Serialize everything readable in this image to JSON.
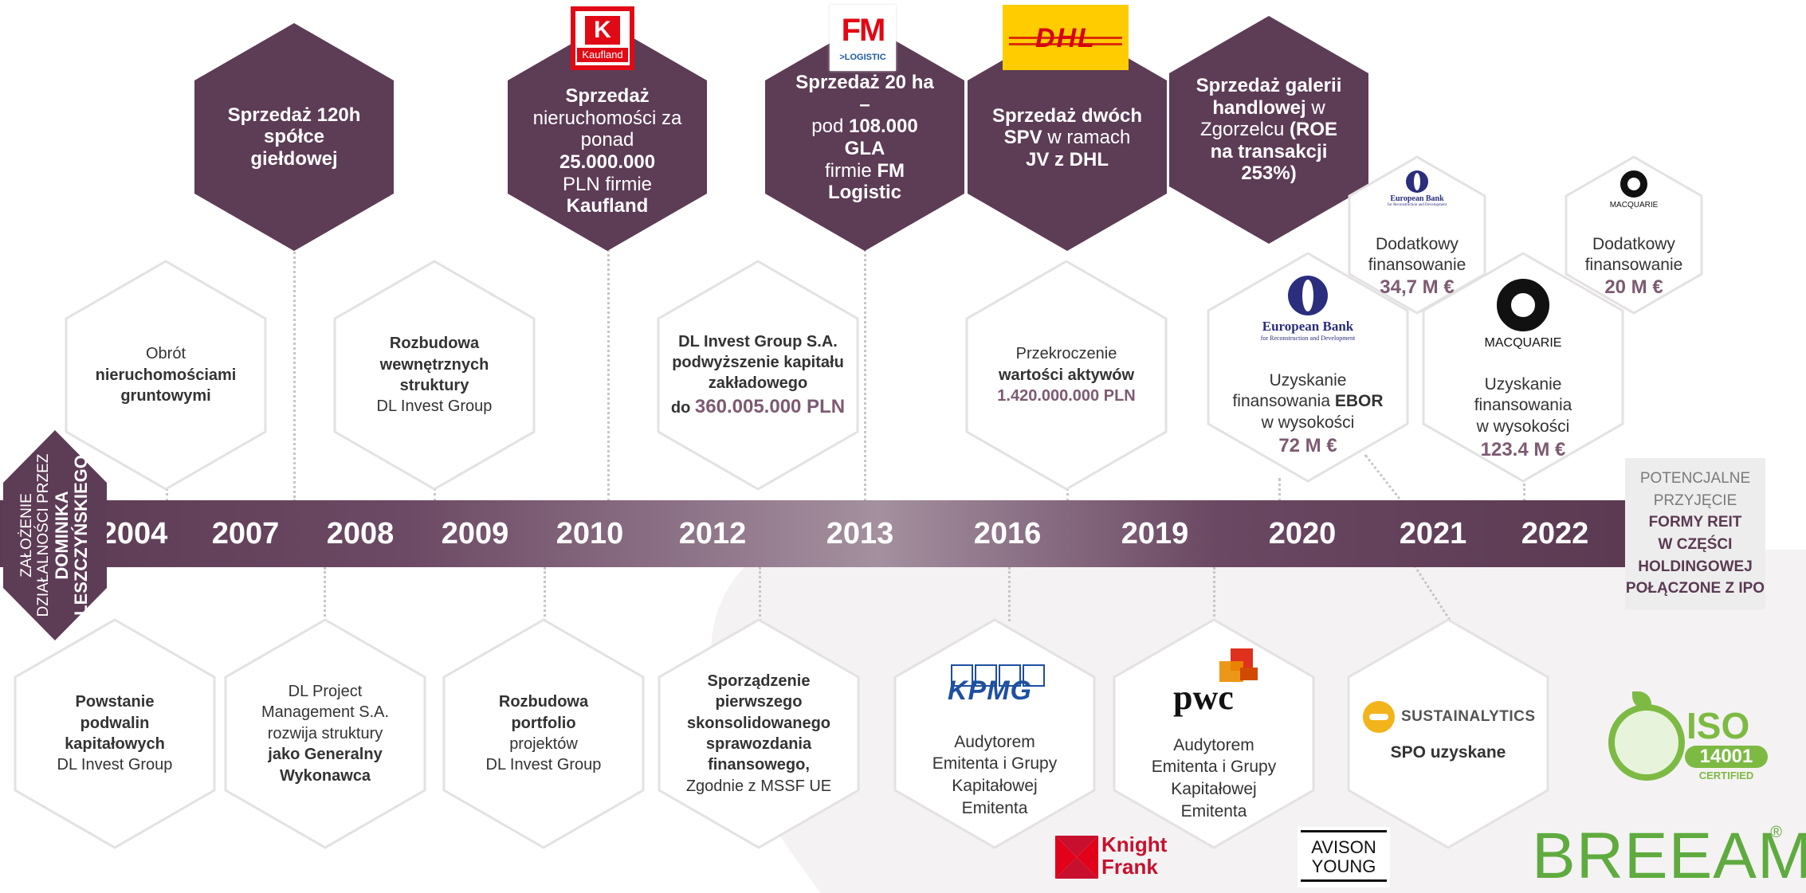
{
  "colors": {
    "accent": "#5d3c55",
    "band": "#62405a",
    "highlight": "#7d5a72",
    "dhl_yellow": "#ffcc00",
    "dhl_red": "#d40511",
    "iso_green": "#7dba43"
  },
  "founding": {
    "line1": "ZAŁOŻENIE",
    "line2": "DZIAŁALNOŚCI PRZEZ",
    "line3": "DOMINIKA",
    "line4": "LESZCZYŃSKIEGO"
  },
  "years": [
    "2004",
    "2007",
    "2008",
    "2009",
    "2010",
    "2012",
    "2013",
    "2016",
    "2019",
    "2020",
    "2021",
    "2022"
  ],
  "top_dark": [
    {
      "a": "Sprzedaż 120h",
      "b": "spółce giełdowej"
    },
    {
      "a": "Sprzedaż",
      "b": "nieruchomości za",
      "c": "ponad ",
      "d": "25.000.000",
      "e": "PLN firmie",
      "f": "Kaufland"
    },
    {
      "a": "Sprzedaż 20 ha –",
      "b": "pod ",
      "c": "108.000 GLA",
      "d": "firmie ",
      "e": "FM Logistic"
    },
    {
      "a": "Sprzedaż dwóch",
      "b": "SPV",
      "c": " w ramach",
      "d": "JV z DHL"
    },
    {
      "a": "Sprzedaż galerii",
      "b": "handlowej",
      "c": " w",
      "d": "Zgorzelcu ",
      "e": "(ROE",
      "f": "na transakcji",
      "g": "253%)"
    }
  ],
  "mid": [
    {
      "a": "Obrót",
      "b": "nieruchomościami",
      "c": "gruntowymi"
    },
    {
      "a": "Rozbudowa",
      "b": "wewnętrznych",
      "c": "struktury",
      "d": "DL Invest Group"
    },
    {
      "a": "DL Invest Group S.A.",
      "b": "podwyższenie kapitału",
      "c": "zakładowego",
      "d": "do ",
      "e": "360.005.000 PLN"
    },
    {
      "a": "Przekroczenie",
      "b": "wartości aktywów",
      "c": "1.420.000.000 PLN"
    },
    {
      "a": "Uzyskanie",
      "b": "finansowania ",
      "c": "EBOR",
      "d": "w wysokości",
      "e": "72 M €"
    },
    {
      "a": "Uzyskanie",
      "b": "finansowania",
      "c": "w wysokości",
      "d": "123.4 M €"
    }
  ],
  "small": [
    {
      "a": "Dodatkowy",
      "b": "finansowanie",
      "c": "34,7 M €"
    },
    {
      "a": "Dodatkowy",
      "b": "finansowanie",
      "c": "20 M €"
    }
  ],
  "bottom": [
    {
      "a": "Powstanie",
      "b": "podwalin",
      "c": "kapitałowych",
      "d": "DL Invest Group"
    },
    {
      "a": "DL Project",
      "b": "Management S.A.",
      "c": "rozwija struktury",
      "d": "jako Generalny",
      "e": "Wykonawca"
    },
    {
      "a": "Rozbudowa",
      "b": "portfolio",
      "c": "projektów",
      "d": "DL Invest Group"
    },
    {
      "a": "Sporządzenie",
      "b": "pierwszego",
      "c": "skonsolidowanego",
      "d": "sprawozdania",
      "e": "finansowego,",
      "f": "Zgodnie z MSSF UE"
    },
    {
      "a": "Audytorem",
      "b": "Emitenta i Grupy",
      "c": "Kapitałowej",
      "d": "Emitenta"
    },
    {
      "a": "Audytorem",
      "b": "Emitenta i Grupy",
      "c": "Kapitałowej",
      "d": "Emitenta"
    },
    {
      "a": "SPO uzyskane"
    }
  ],
  "potential": {
    "a": "POTENCJALNE",
    "b": "PRZYJĘCIE",
    "c": "FORMY REIT",
    "d": "W CZĘŚCI",
    "e": "HOLDINGOWEJ",
    "f": "POŁĄCZONE Z IPO"
  },
  "logos": {
    "kaufland": "Kaufland",
    "kaufland_k": "K",
    "fm": "FM",
    "fm_sub": ">LOGISTIC",
    "dhl": "DHL",
    "ebrd": "European Bank",
    "ebrd_sub": "for Reconstruction and Development",
    "macquarie": "MACQUARIE",
    "kpmg": "KPMG",
    "pwc": "pwc",
    "sustainalytics": "SUSTAINALYTICS",
    "iso": "ISO",
    "iso_num": "14001",
    "iso_cert": "CERTIFIED",
    "knight": "Knight",
    "frank": "Frank",
    "avison": "AVISON",
    "young": "YOUNG",
    "breeam": "BREEAM",
    "reg": "®"
  }
}
